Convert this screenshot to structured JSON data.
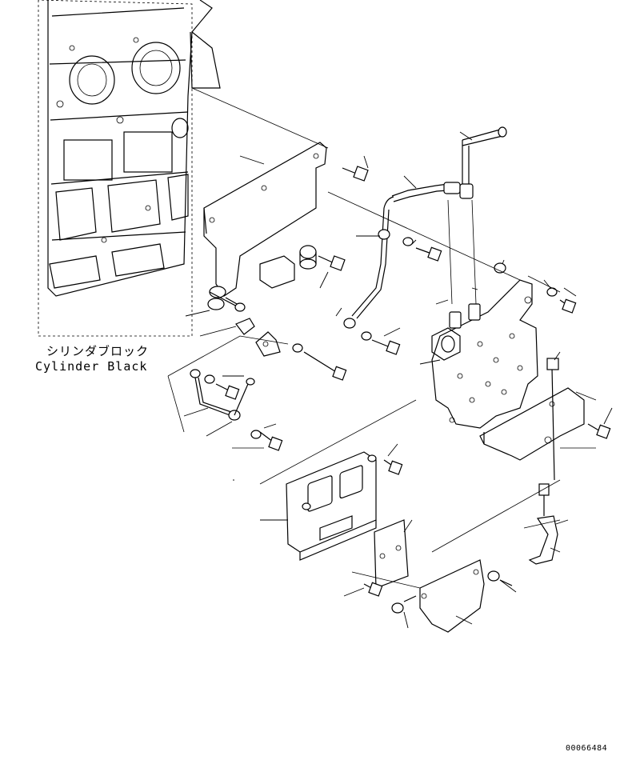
{
  "diagram": {
    "block_label_jp": "シリンダブロック",
    "block_label_en": "Cylinder Black",
    "drawing_id": "00066484"
  }
}
